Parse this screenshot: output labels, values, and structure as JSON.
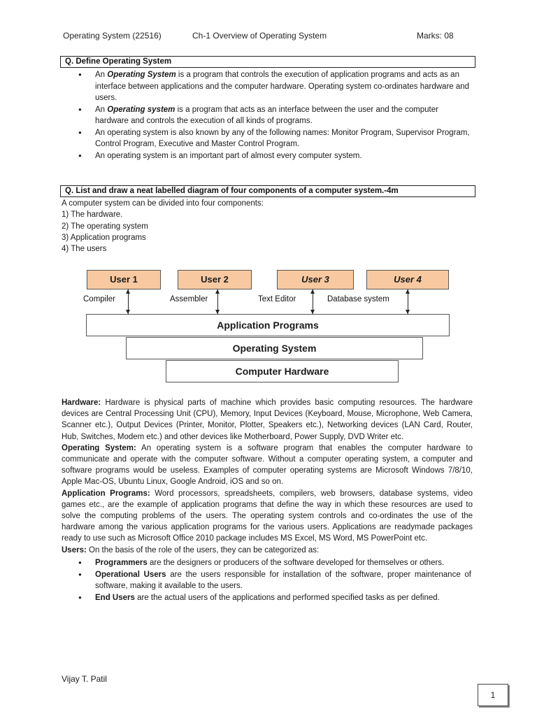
{
  "header": {
    "subject": "Operating System (22516)",
    "chapter": "Ch-1 Overview of Operating System",
    "marks": "Marks: 08"
  },
  "q1": {
    "title": "Q. Define Operating System",
    "bullets": [
      {
        "pre": "An ",
        "em": "Operating System",
        "post": " is a program that controls the execution of application programs and acts as an interface between applications and the computer hardware. Operating system co-ordinates hardware and users."
      },
      {
        "pre": "An ",
        "em": "Operating system",
        "post": " is a program that acts as an interface between the user and the computer hardware and controls the execution of all kinds of programs."
      },
      {
        "pre": "",
        "em": "",
        "post": "An operating system is also known by any of the following names: Monitor Program, Supervisor Program, Control Program, Executive and Master Control Program."
      },
      {
        "pre": "",
        "em": "",
        "post": "An operating system is an important part of almost every computer system."
      }
    ]
  },
  "q2": {
    "title": "Q. List and draw a neat labelled diagram of four components of a computer system.-4m",
    "lines": [
      " A computer system can be divided into four components:",
      "1) The hardware.",
      "2) The operating system",
      "3) Application programs",
      "4) The users"
    ]
  },
  "diagram": {
    "users": [
      "User 1",
      "User 2",
      "User 3",
      "User 4"
    ],
    "labels": [
      "Compiler",
      "Assembler",
      "Text Editor",
      "Database system"
    ],
    "layers": [
      "Application Programs",
      "Operating System",
      "Computer Hardware"
    ]
  },
  "paragraphs": {
    "hardware": {
      "term": "Hardware:",
      "text": " Hardware is physical parts of machine which provides basic computing resources. The hardware devices are Central Processing Unit (CPU), Memory, Input Devices (Keyboard, Mouse, Microphone, Web Camera, Scanner etc.), Output Devices (Printer, Monitor, Plotter, Speakers etc.), Networking devices (LAN Card, Router, Hub, Switches, Modem etc.) and other devices like Motherboard, Power Supply, DVD Writer etc."
    },
    "os": {
      "term": "Operating System:",
      "text": " An operating system is a software program that enables the computer hardware to communicate and operate with the computer software. Without a computer operating system, a computer and software programs would be useless. Examples of computer operating systems are Microsoft Windows 7/8/10, Apple Mac-OS, Ubuntu Linux, Google Android, iOS and so on."
    },
    "apps": {
      "term": "Application Programs:",
      "text": " Word processors, spreadsheets, compilers, web browsers, database systems, video games etc., are the example of application programs that define the way in which these resources are used to solve the computing problems of the users. The operating system controls and co-ordinates the use of the hardware among the various application programs for the various users. Applications are readymade packages ready to use such as Microsoft Office 2010 package includes MS Excel, MS Word, MS PowerPoint etc."
    },
    "users": {
      "term": "Users:",
      "text": " On the basis of the role of the users, they can be categorized as:"
    }
  },
  "user_types": [
    {
      "term": "Programmers",
      "text": " are the designers or producers of the software developed for themselves or others."
    },
    {
      "term": "Operational Users",
      "text": " are the users responsible for installation of the software, proper maintenance of software, making it available to the users."
    },
    {
      "term": "End Users",
      "text": " are the actual users of the applications and performed specified tasks as per defined."
    }
  ],
  "footer": {
    "author": "Vijay T. Patil",
    "page": "1"
  }
}
